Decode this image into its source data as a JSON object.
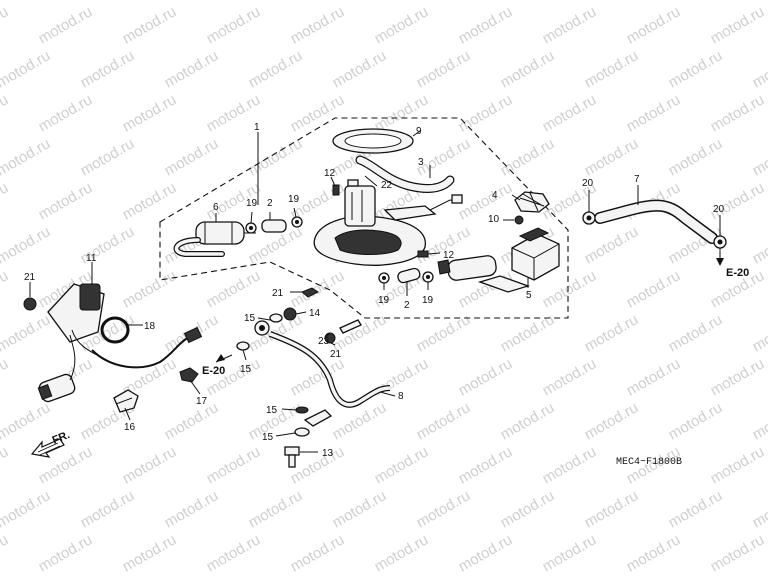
{
  "watermark": "motod.ru",
  "diagram_code": "MEC4~F1800B",
  "direction": {
    "text": "FR."
  },
  "references": {
    "left": "E-20",
    "right": "E-20"
  },
  "callouts": {
    "c1": "1",
    "c9": "9",
    "c3": "3",
    "c12a": "12",
    "c22": "22",
    "c4": "4",
    "c6": "6",
    "c19a": "19",
    "c2a": "2",
    "c19b": "19",
    "c10": "10",
    "c12b": "12",
    "c11": "11",
    "c21a": "21",
    "c21b": "21",
    "c19c": "19",
    "c2b": "2",
    "c19d": "19",
    "c5": "5",
    "c18": "18",
    "c15a": "15",
    "c14": "14",
    "c23": "23",
    "c21c": "21",
    "c15b": "15",
    "c17": "17",
    "c16": "16",
    "c8": "8",
    "c15c": "15",
    "c15d": "15",
    "c13": "13",
    "c7": "7",
    "c20a": "20",
    "c20b": "20"
  }
}
